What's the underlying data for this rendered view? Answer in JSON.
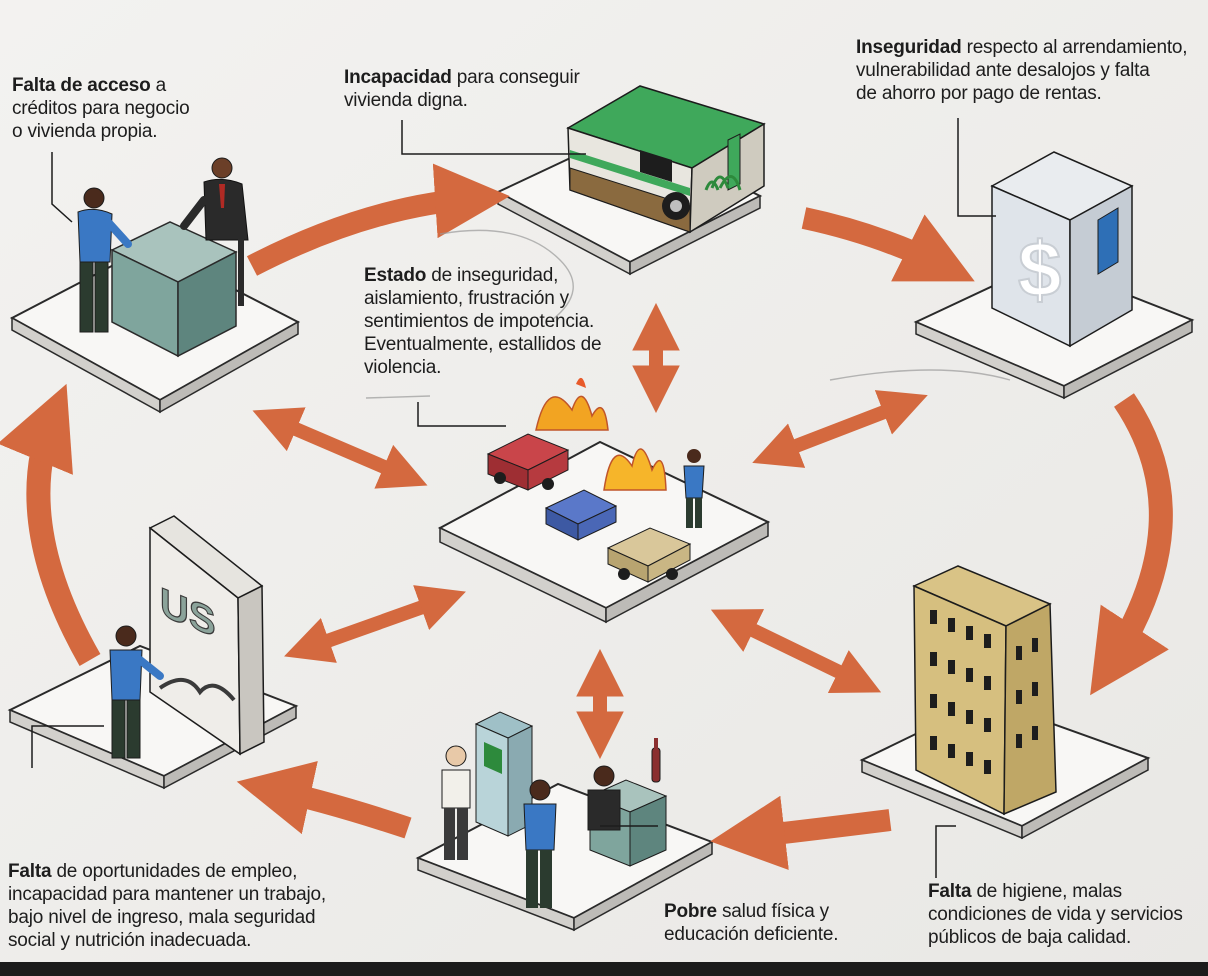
{
  "nodes": {
    "credit": {
      "bold": "Falta de acceso",
      "rest_line1": " a",
      "line2": "créditos para negocio",
      "line3": "o vivienda propia."
    },
    "housing": {
      "bold": "Incapacidad",
      "rest_line1": " para conseguir",
      "line2": "vivienda digna."
    },
    "rent": {
      "bold": "Inseguridad",
      "rest_line1": " respecto al arrendamiento,",
      "line2": "vulnerabilidad ante desalojos y falta",
      "line3": "de ahorro por pago de rentas."
    },
    "center": {
      "bold": "Estado",
      "rest_line1": " de inseguridad,",
      "line2": "aislamiento, frustración y",
      "line3": "sentimientos de impotencia.",
      "line4": "Eventualmente, estallidos de",
      "line5": "violencia."
    },
    "employment": {
      "bold": "Falta",
      "rest_line1": " de oportunidades de empleo,",
      "line2": "incapacidad para mantener un trabajo,",
      "line3": "bajo nivel de ingreso, mala seguridad",
      "line4": "social y nutrición inadecuada."
    },
    "health": {
      "bold": "Pobre",
      "rest_line1": " salud física y",
      "line2": "educación deficiente."
    },
    "hygiene": {
      "bold": "Falta",
      "rest_line1": " de higiene, malas",
      "line2": "condiciones de vida y servicios",
      "line3": "públicos de baja calidad."
    }
  },
  "illustrations": {
    "wall_graffiti": "US"
  },
  "colors": {
    "arrow": "#d4693f",
    "arrow_dark": "#a94a2a",
    "platform_top": "#f7f6f4",
    "platform_side": "#cfcdc9",
    "text": "#1d1d1d"
  }
}
